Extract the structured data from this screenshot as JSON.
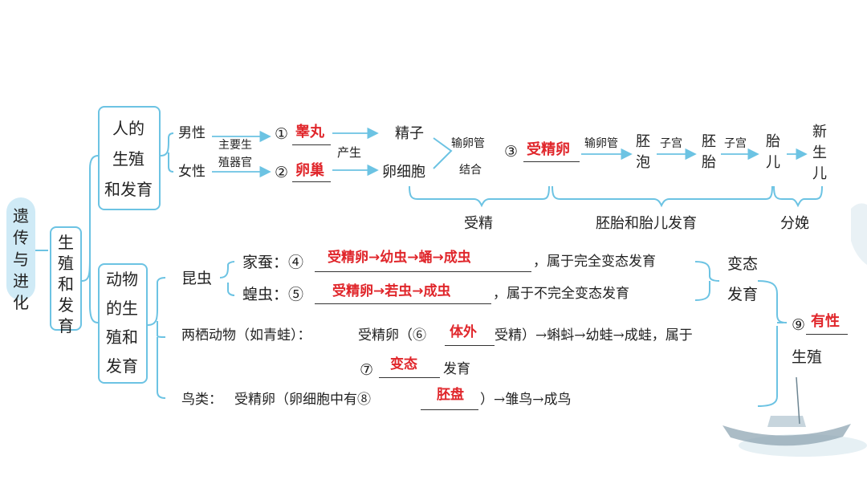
{
  "root": {
    "label": "遗传与进化"
  },
  "level1": {
    "label": "生殖和发育"
  },
  "human": {
    "label_line1": "人的",
    "label_line2": "生殖",
    "label_line3": "和发育",
    "male": "男性",
    "female": "女性",
    "organ_note_line1": "主要生",
    "organ_note_line2": "殖器官",
    "num1": "①",
    "ans1": "睾丸",
    "num2": "②",
    "ans2": "卵巢",
    "produce": "产生",
    "sperm": "精子",
    "egg": "卵细胞",
    "fuse_top": "输卵管",
    "fuse_bottom": "结合",
    "num3": "③",
    "ans3": "受精卵",
    "oviduct": "输卵管",
    "blastocyst_1": "胚",
    "blastocyst_2": "泡",
    "uterus1": "子宫",
    "embryo_1": "胚",
    "embryo_2": "胎",
    "uterus2": "子宫",
    "fetus_1": "胎",
    "fetus_2": "儿",
    "newborn_1": "新",
    "newborn_2": "生",
    "newborn_3": "儿",
    "stage_fertilization": "受精",
    "stage_development": "胚胎和胎儿发育",
    "stage_birth": "分娩"
  },
  "animal": {
    "label_line1": "动物",
    "label_line2": "的生",
    "label_line3": "殖和",
    "label_line4": "发育",
    "insects": "昆虫",
    "silkworm": "家蚕：④",
    "ans4": "受精卵→幼虫→蛹→成虫",
    "silkworm_tail": "，属于完全变态发育",
    "locust": "蝗虫：⑤",
    "ans5": "受精卵→若虫→成虫",
    "locust_tail": "，属于不完全变态发育",
    "meta_line1": "变态",
    "meta_line2": "发育",
    "amphibian_head": "两栖动物（如青蛙）：",
    "amphibian_mid1": "受精卵（⑥",
    "ans6": "体外",
    "amphibian_mid2": "受精）→蝌蚪→幼蛙→成蛙，属于",
    "num7": "⑦",
    "ans7": "变态",
    "dev": "发育",
    "bird_head": "鸟类：",
    "bird_mid": "受精卵（卵细胞中有⑧",
    "ans8": "胚盘",
    "bird_tail": "）→雏鸟→成鸟",
    "num9": "⑨",
    "ans9": "有性",
    "repro": "生殖"
  },
  "colors": {
    "bracket": "#6cc3e3",
    "answer": "#e0262b",
    "text": "#222222"
  }
}
